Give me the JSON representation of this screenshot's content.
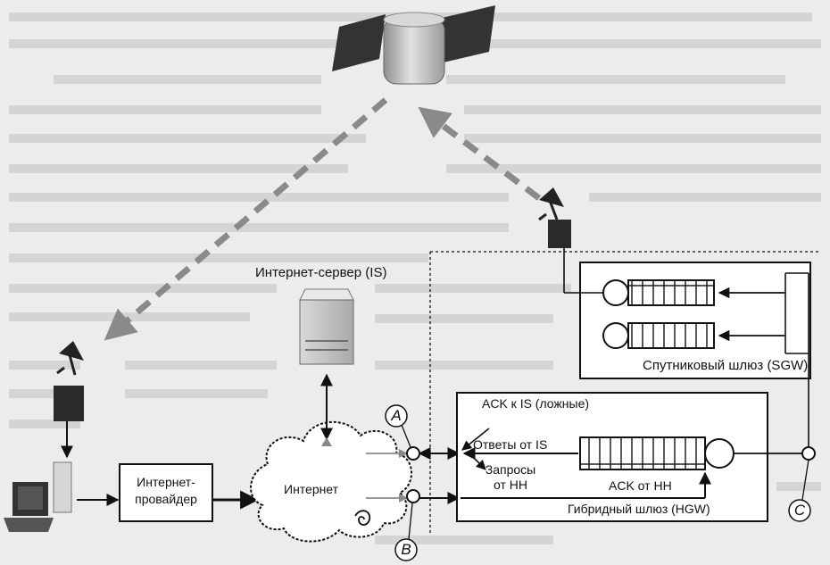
{
  "labels": {
    "internet_server": "Интернет-сервер (IS)",
    "satellite_gateway": "Спутниковый шлюз (SGW)",
    "ack_to_is": "ACK к IS (ложные)",
    "replies_from_is": "Ответы от IS",
    "requests_from_hh_line1": "Запросы",
    "requests_from_hh_line2": "от НН",
    "ack_from_hh": "ACK от НН",
    "hybrid_gateway": "Гибридный шлюз (HGW)",
    "isp_line1": "Интернет-",
    "isp_line2": "провайдер",
    "internet": "Интернет",
    "point_a": "A",
    "point_b": "B",
    "point_c": "C"
  },
  "colors": {
    "background": "#ececec",
    "line": "#111111",
    "dashed_link": "#8a8a8a",
    "device": "#3a3a3a",
    "queue_fill": "#ffffff"
  },
  "icons": [
    "satellite-icon",
    "dish-antenna-icon",
    "server-icon",
    "computer-icon",
    "cloud-icon"
  ]
}
